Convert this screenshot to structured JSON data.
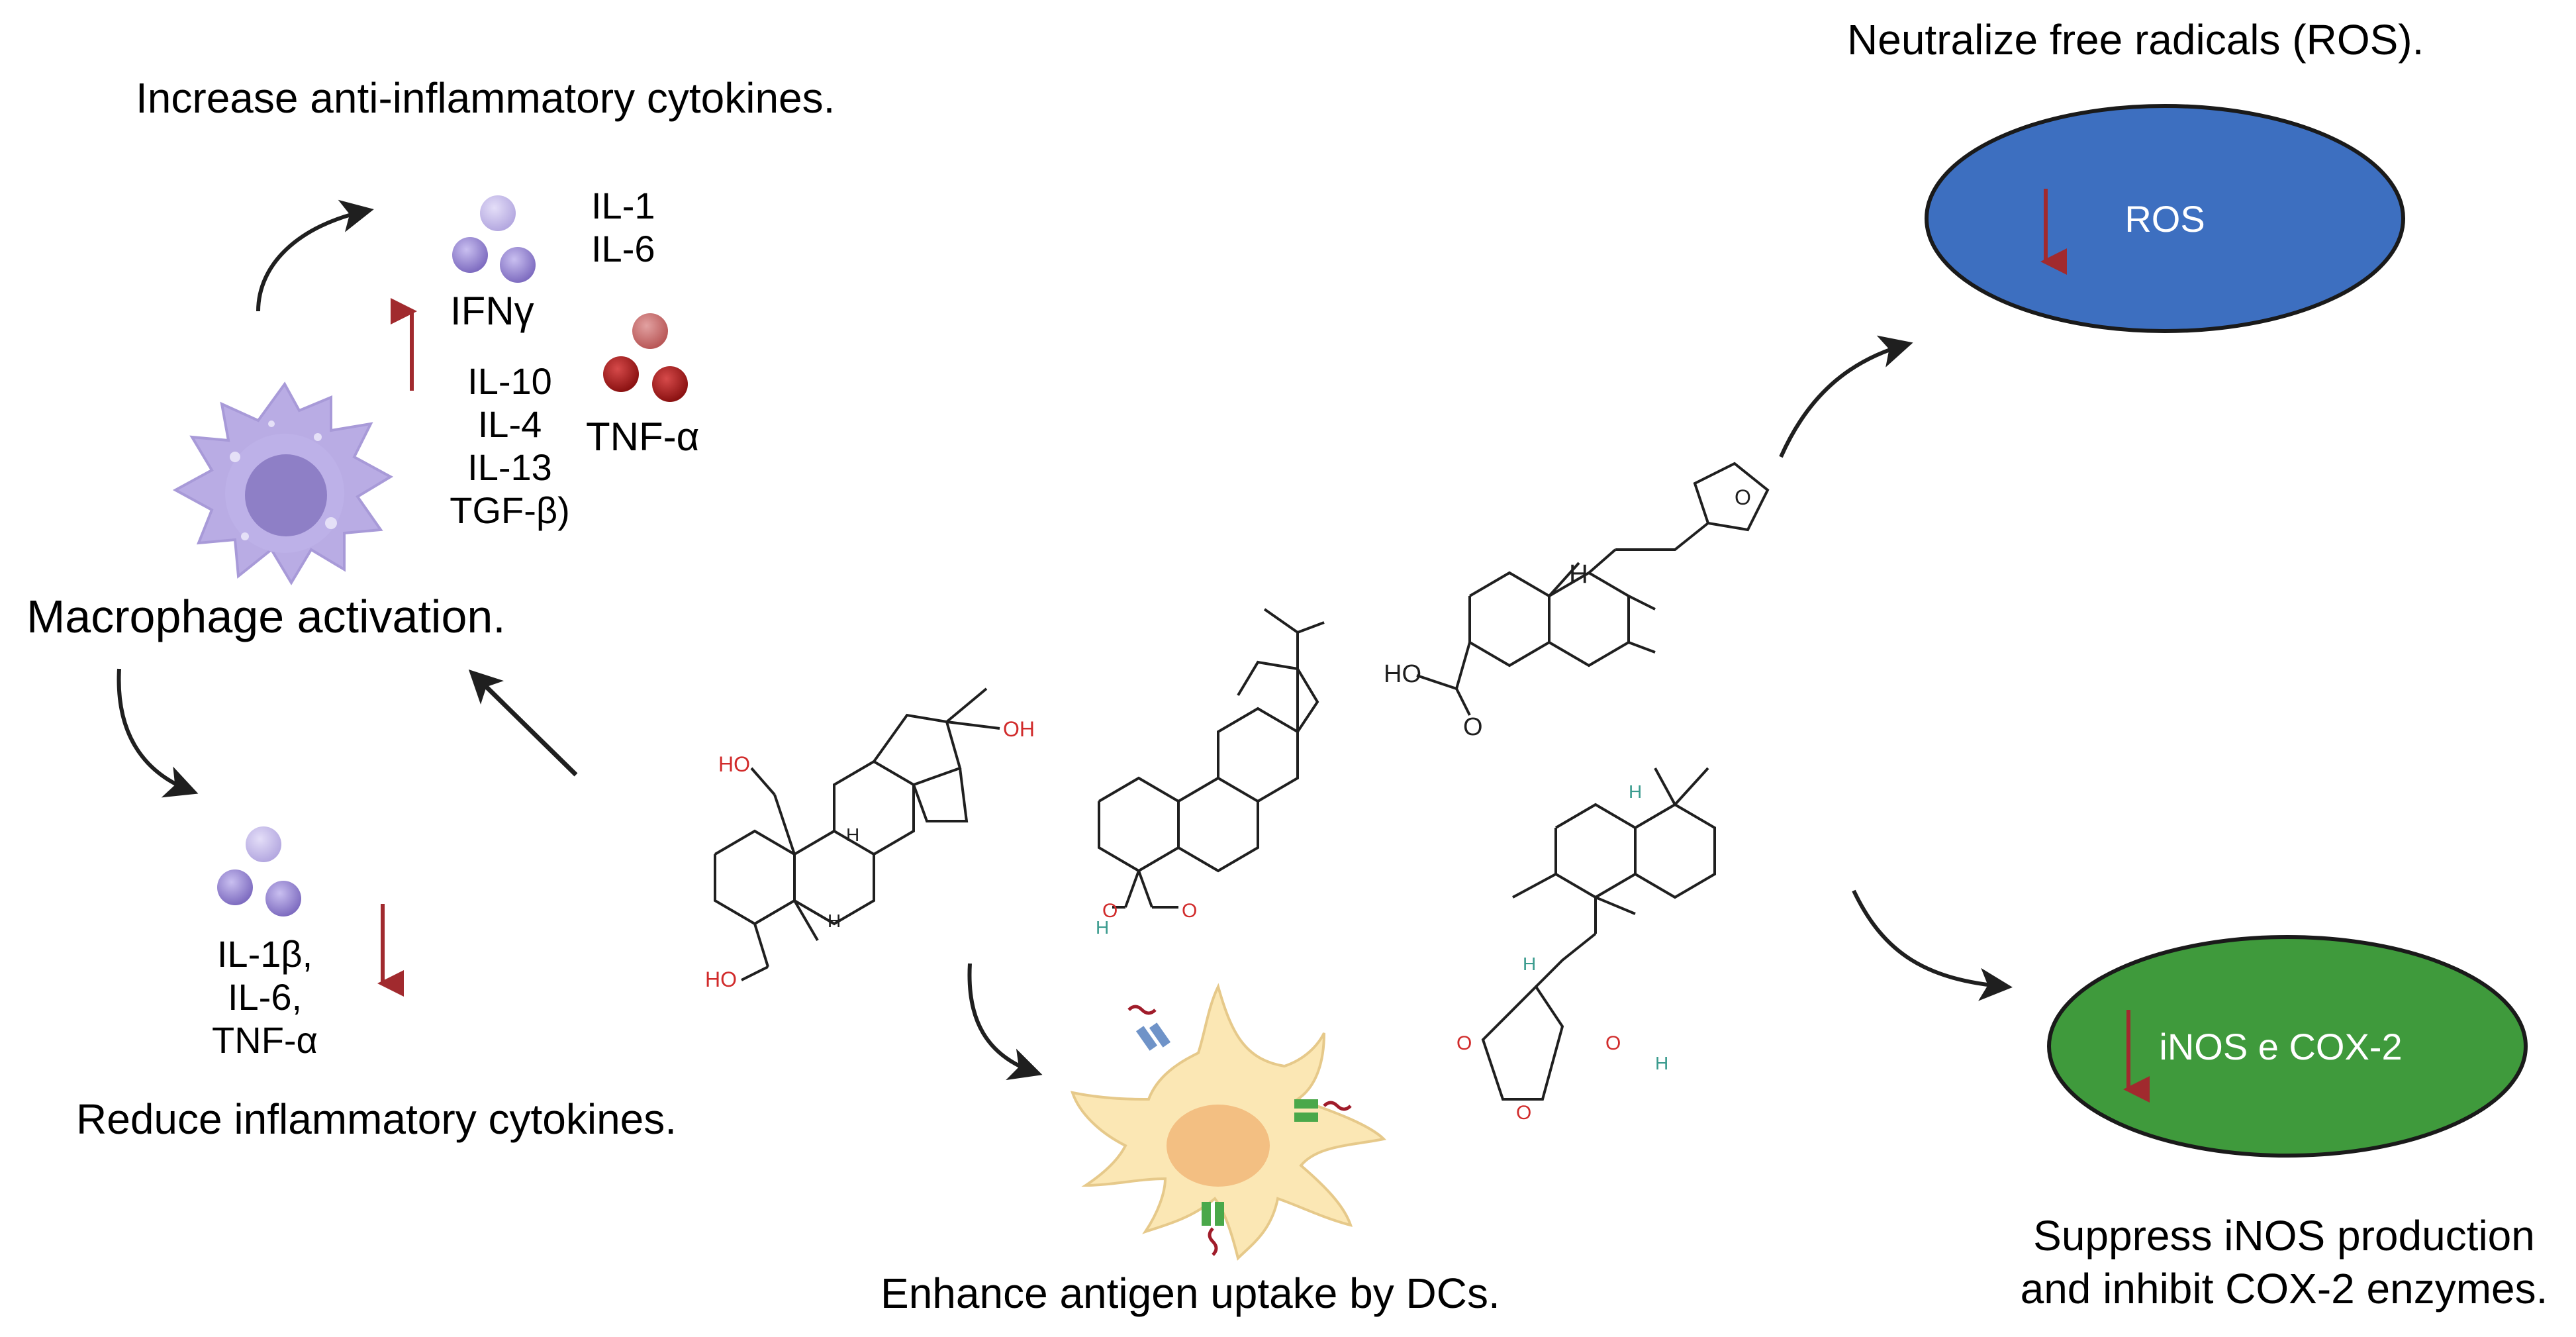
{
  "captions": {
    "top_left": "Increase anti-inflammatory cytokines.",
    "top_right": "Neutralize free radicals (ROS).",
    "macrophage": "Macrophage activation.",
    "reduce": "Reduce inflammatory cytokines.",
    "dc": "Enhance antigen uptake by DCs.",
    "suppress_line1": "Suppress iNOS production",
    "suppress_line2": "and inhibit COX-2 enzymes."
  },
  "cytokines": {
    "il1": "IL-1",
    "il6": "IL-6",
    "ifng": "IFNγ",
    "tnfa": "TNF-α",
    "anti": [
      "IL-10",
      "IL-4",
      "IL-13",
      "TGF-β)"
    ],
    "reduced": [
      "IL-1β,",
      "IL-6,",
      "TNF-α"
    ]
  },
  "ellipses": {
    "ros": {
      "label": "ROS",
      "fill": "#3d6fc0"
    },
    "inos": {
      "label": "iNOS e COX-2",
      "fill": "#3f9a3c"
    }
  },
  "molecule_atoms": {
    "ho": "HO",
    "oh": "OH",
    "o": "O",
    "h": "H"
  },
  "colors": {
    "arrow": "#1f1f1f",
    "down_arrow": "#a12a2e",
    "purple_dark": "#8a78c8",
    "purple_light": "#c6bdea",
    "red_dark": "#a11c1c",
    "red_light": "#c97070",
    "macrophage": "#b9ace4",
    "dc": "#fbe7b4",
    "dc_nucleus": "#f3bf82",
    "atom_red": "#d12b2b",
    "atom_teal": "#3a9b8e"
  }
}
